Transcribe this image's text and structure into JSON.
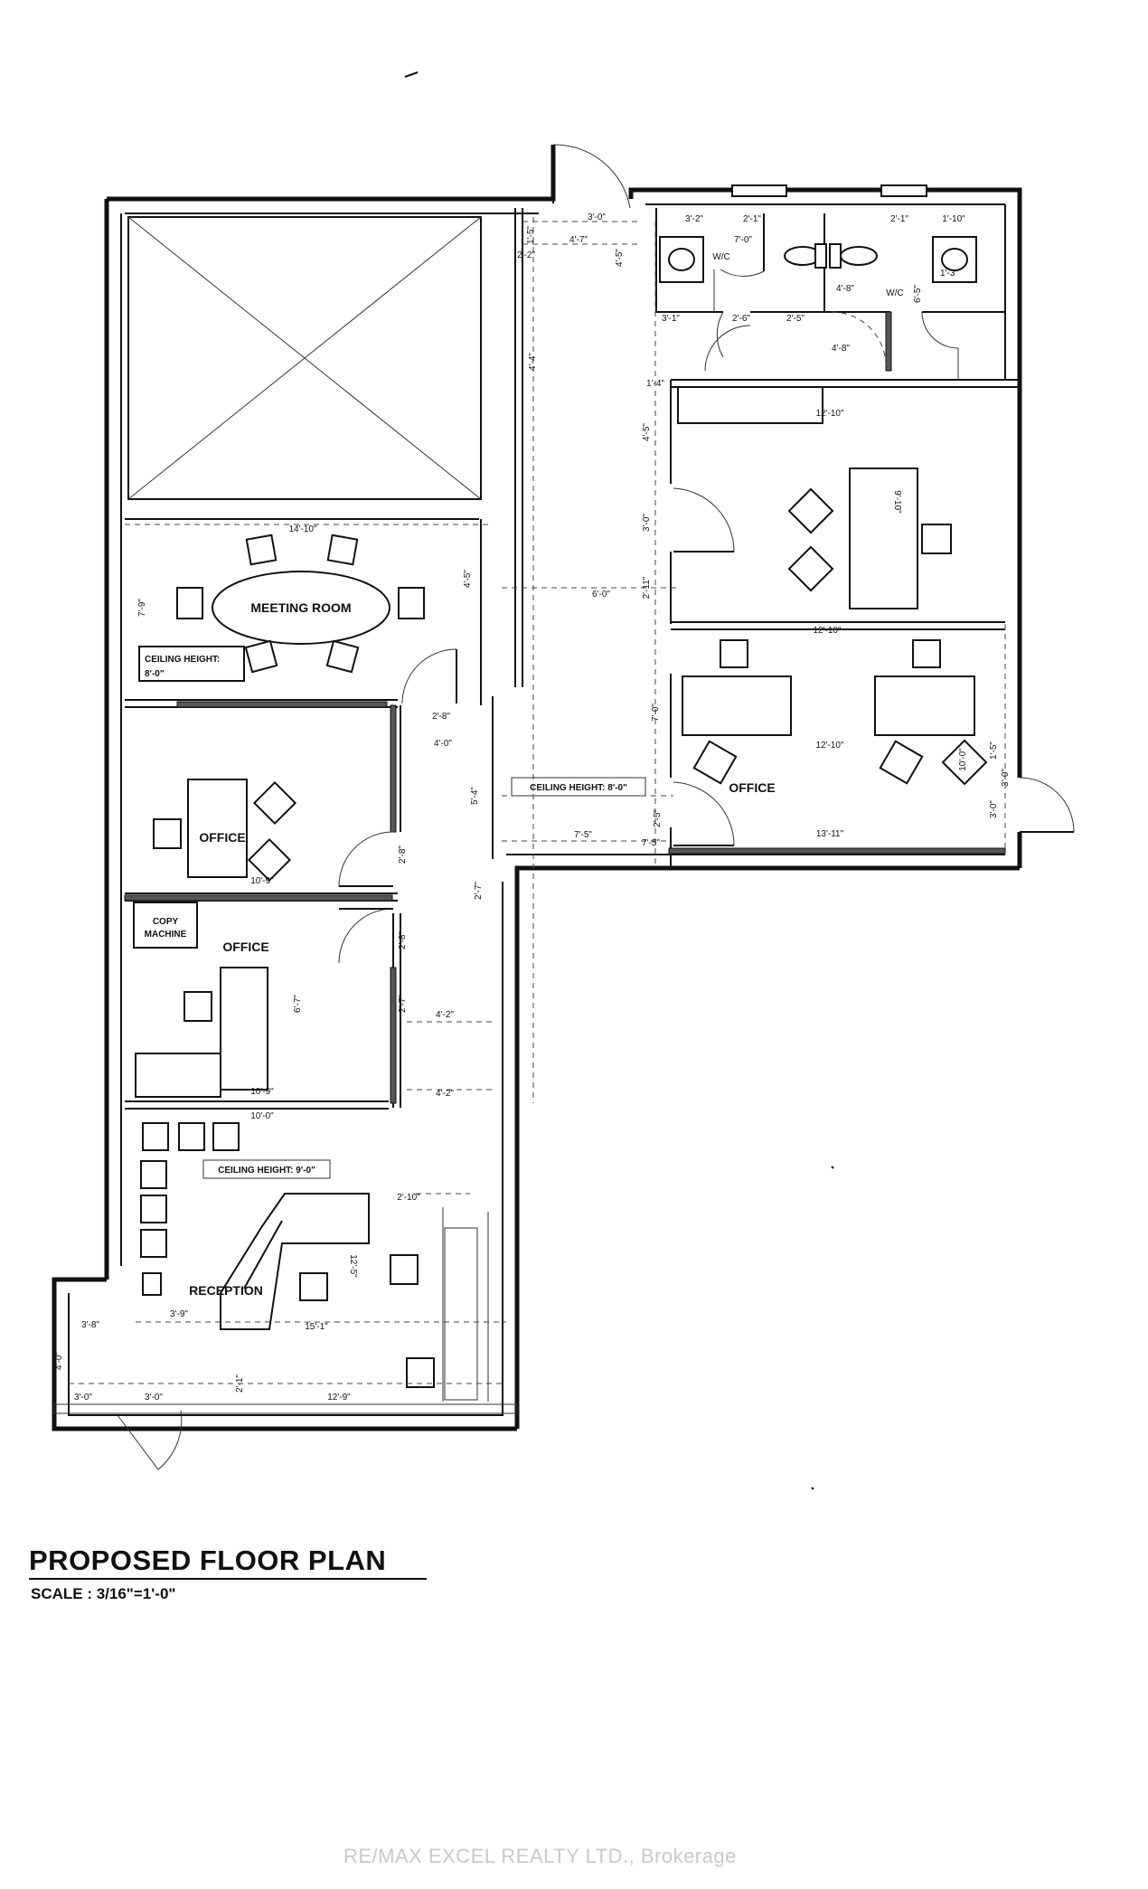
{
  "title": "PROPOSED FLOOR PLAN",
  "scale": "SCALE : 3/16\"=1'-0\"",
  "watermark": "RE/MAX EXCEL REALTY LTD., Brokerage",
  "rooms": {
    "meeting_room": "MEETING ROOM",
    "office_1": "OFFICE",
    "office_2": "OFFICE",
    "office_3": "OFFICE",
    "copy_machine_line1": "COPY",
    "copy_machine_line2": "MACHINE",
    "reception": "RECEPTION",
    "wc_1": "W/C",
    "wc_2": "W/C"
  },
  "ceilings": {
    "meeting_line1": "CEILING HEIGHT:",
    "meeting_line2": "8'-0\"",
    "corridor": "CEILING HEIGHT: 8'-0\"",
    "reception": "CEILING HEIGHT: 9'-0\""
  },
  "dimensions": {
    "d01": "14'-10\"",
    "d02": "7'-9\"",
    "d03": "4'-5\"",
    "d04": "3'-0\"",
    "d05": "4'-7\"",
    "d06": "4'-5\"",
    "d07": "4'-4\"",
    "d08": "3'-2\"",
    "d09": "2'-1\"",
    "d10": "7'-0\"",
    "d11": "3'-1\"",
    "d12": "2'-6\"",
    "d13": "2'-5\"",
    "d14": "2'-1\"",
    "d15": "1'-10\"",
    "d16": "4'-8\"",
    "d17": "1'-3\"",
    "d18": "6'-5\"",
    "d19": "4'-8\"",
    "d20": "12'-10\"",
    "d21": "4'-5\"",
    "d22": "3'-0\"",
    "d23": "9'-10\"",
    "d24": "6'-0\"",
    "d25": "2'-11\"",
    "d26": "12'-10\"",
    "d27": "7'-0\"",
    "d28": "12'-10\"",
    "d29": "2'-8\"",
    "d30": "4'-0\"",
    "d31": "5'-4\"",
    "d32": "7'-5\"",
    "d33": "2'-5\"",
    "d34": "13'-11\"",
    "d35": "3'-0\"",
    "d36": "2'-8\"",
    "d37": "10'-9\"",
    "d38": "2'-7\"",
    "d39": "2'-8\"",
    "d40": "6'-7\"",
    "d41": "2'-7\"",
    "d42": "4'-2\"",
    "d43": "10'-9\"",
    "d44": "4'-2\"",
    "d45": "10'-0\"",
    "d46": "2'-10\"",
    "d47": "12'-5\"",
    "d48": "15'-1\"",
    "d49": "3'-8\"",
    "d50": "3'-9\"",
    "d51": "4'-0\"",
    "d52": "3'-0\"",
    "d53": "3'-0\"",
    "d54": "2'-1\"",
    "d55": "12'-9\"",
    "d56": "7'-5\"",
    "d57": "1'-4\"",
    "d58": "1'-5\"",
    "d59": "3'-0\"",
    "d60": "2'-2\"",
    "d61": "1'-5\"",
    "d62": "10'-0\""
  }
}
